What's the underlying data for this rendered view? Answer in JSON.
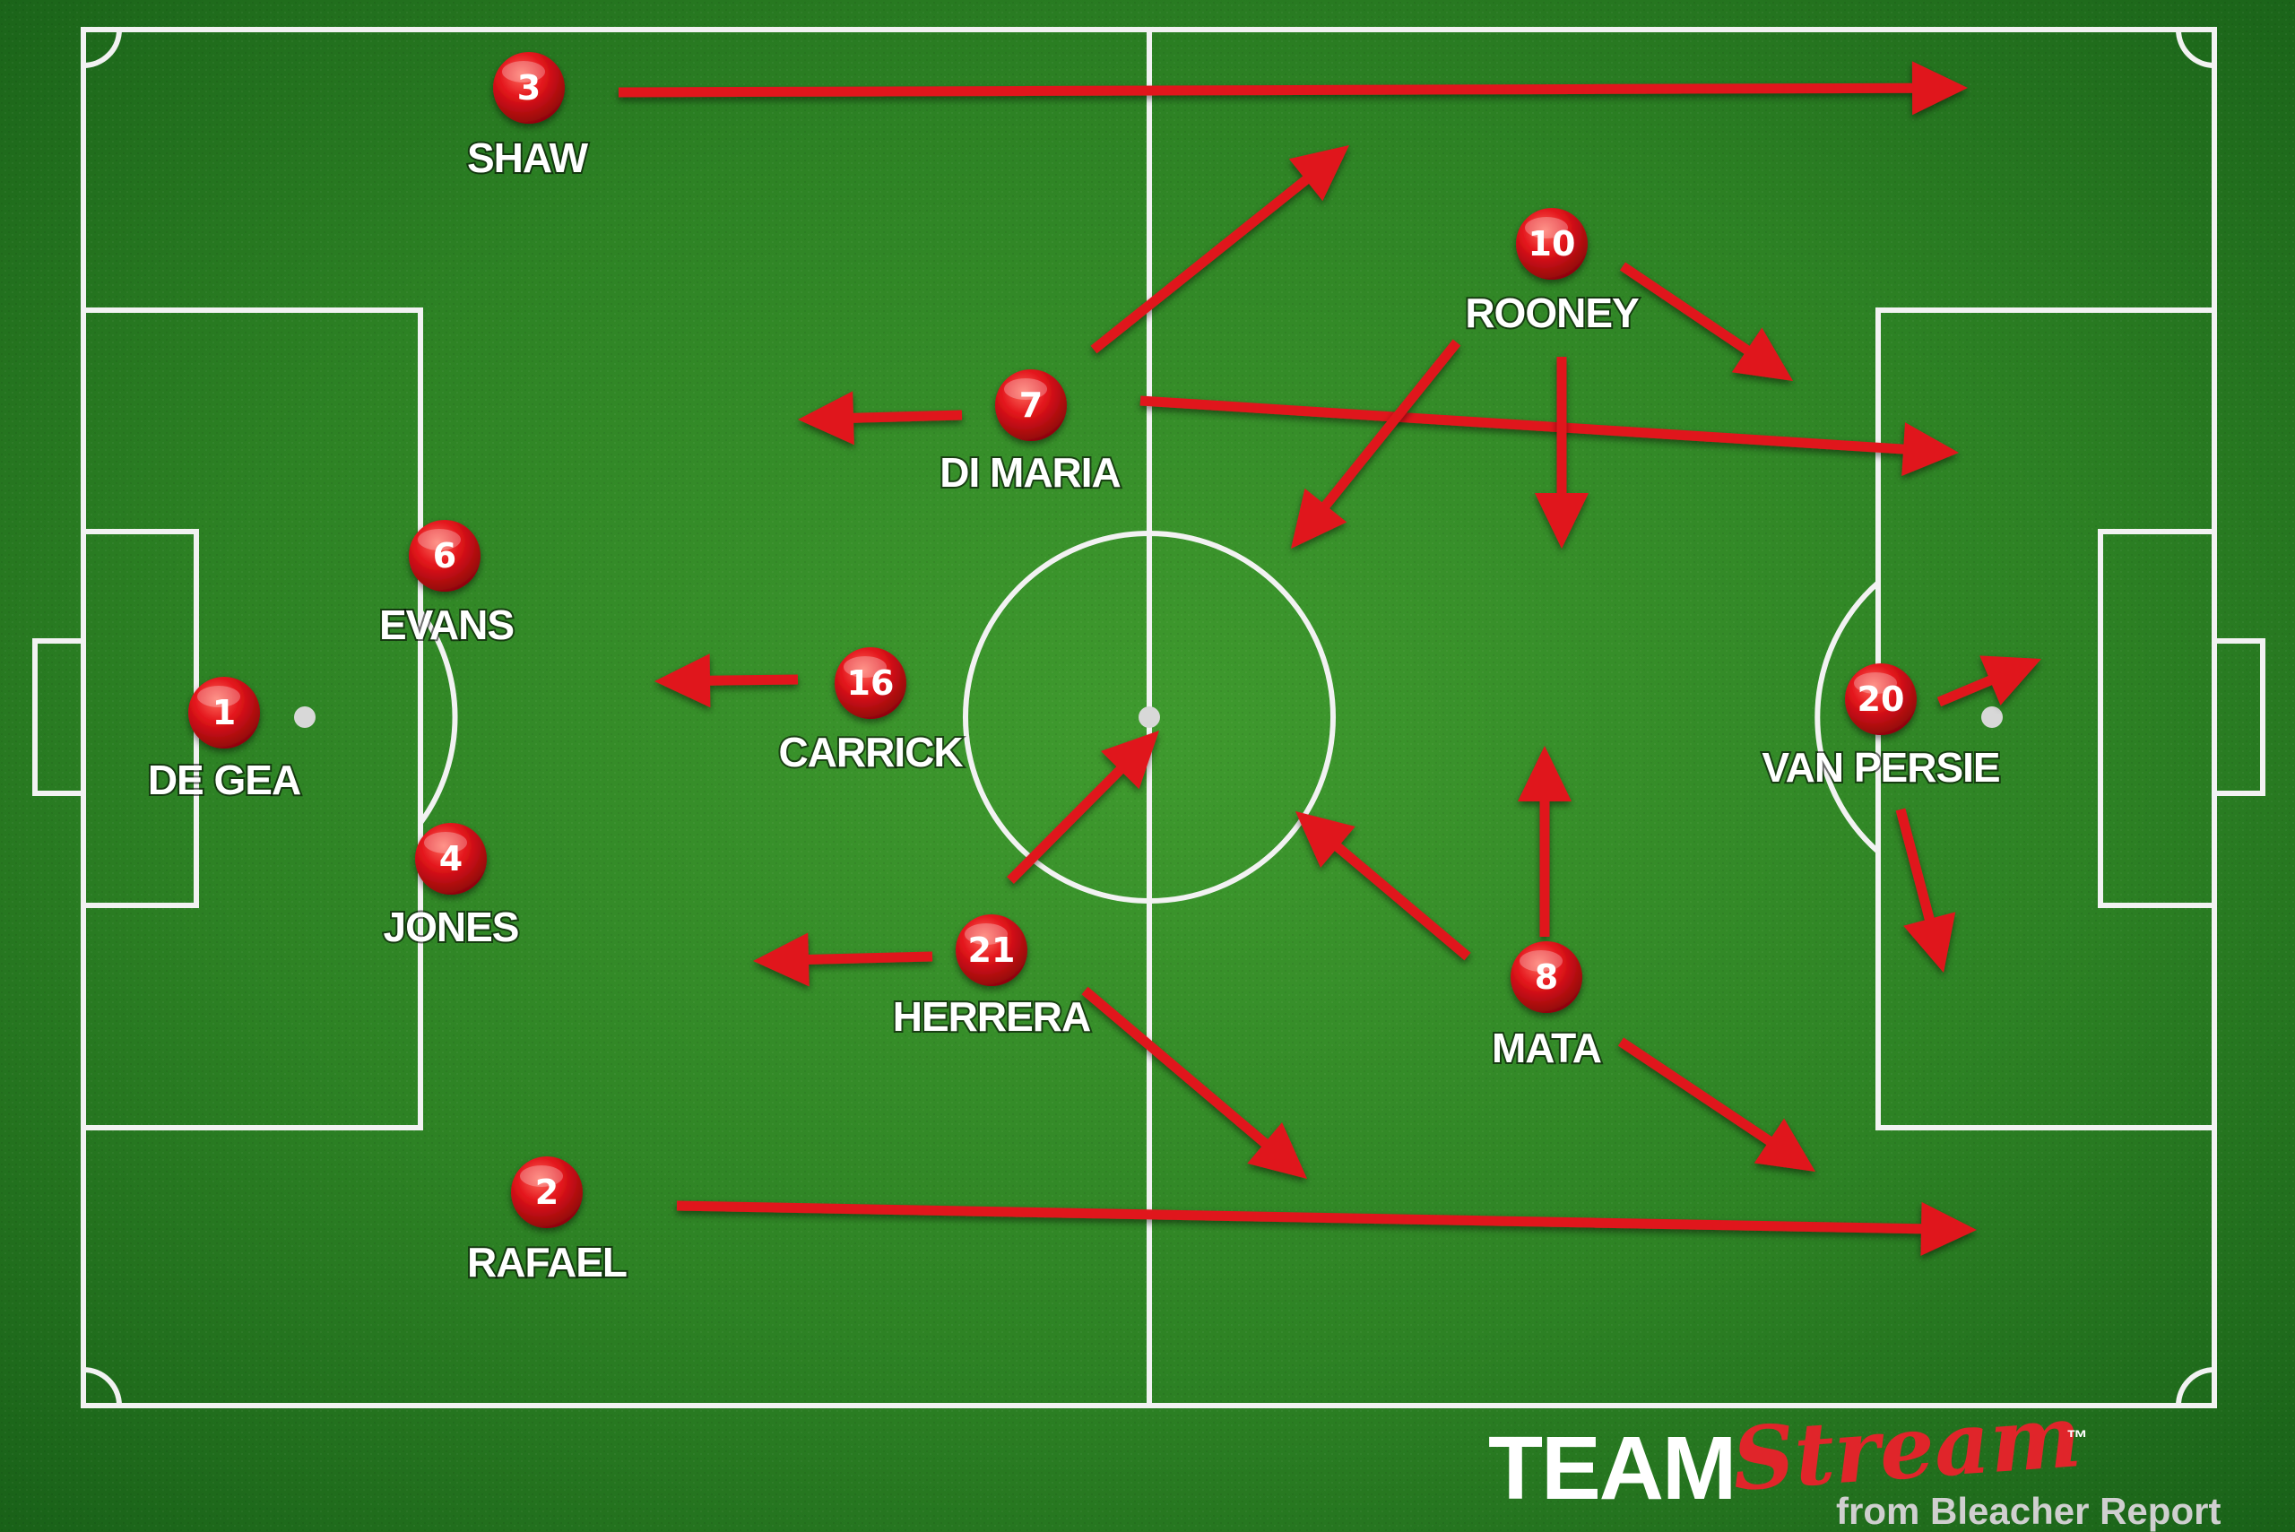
{
  "diagram": {
    "colors": {
      "grass_light": "#3f9a2e",
      "grass_dark": "#175e17",
      "lines": "#f2f2f2",
      "marker": "#e3141b",
      "arrow": "#e0151b"
    },
    "players": [
      {
        "number": "3",
        "name": "SHAW"
      },
      {
        "number": "10",
        "name": "ROONEY"
      },
      {
        "number": "7",
        "name": "DI MARIA"
      },
      {
        "number": "6",
        "name": "EVANS"
      },
      {
        "number": "1",
        "name": "DE GEA"
      },
      {
        "number": "16",
        "name": "CARRICK"
      },
      {
        "number": "20",
        "name": "VAN PERSIE"
      },
      {
        "number": "4",
        "name": "JONES"
      },
      {
        "number": "21",
        "name": "HERRERA"
      },
      {
        "number": "8",
        "name": "MATA"
      },
      {
        "number": "2",
        "name": "RAFAEL"
      }
    ],
    "movement_arrows": [
      {
        "from": "SHAW",
        "direction": "forward"
      },
      {
        "from": "DI MARIA",
        "direction": "forward-up"
      },
      {
        "from": "DI MARIA",
        "direction": "back"
      },
      {
        "from": "DI MARIA",
        "direction": "forward"
      },
      {
        "from": "ROONEY",
        "direction": "forward-down"
      },
      {
        "from": "ROONEY",
        "direction": "back-down"
      },
      {
        "from": "ROONEY",
        "direction": "down"
      },
      {
        "from": "CARRICK",
        "direction": "back"
      },
      {
        "from": "HERRERA",
        "direction": "forward-up"
      },
      {
        "from": "HERRERA",
        "direction": "back"
      },
      {
        "from": "HERRERA",
        "direction": "forward-down"
      },
      {
        "from": "MATA",
        "direction": "back-up"
      },
      {
        "from": "MATA",
        "direction": "up"
      },
      {
        "from": "MATA",
        "direction": "forward-down"
      },
      {
        "from": "VAN PERSIE",
        "direction": "forward-up"
      },
      {
        "from": "VAN PERSIE",
        "direction": "down"
      },
      {
        "from": "RAFAEL",
        "direction": "forward"
      }
    ]
  },
  "branding": {
    "team": "TEAM",
    "stream": "Stream",
    "tm": "™",
    "from": "from Bleacher Report"
  }
}
